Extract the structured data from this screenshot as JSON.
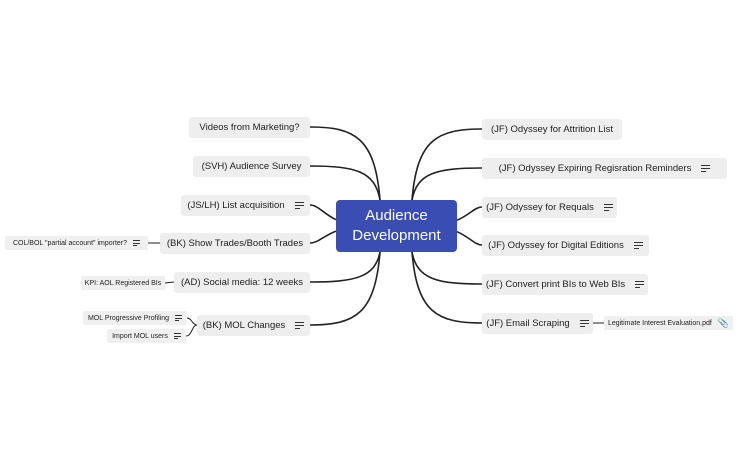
{
  "central": {
    "line1": "Audience",
    "line2": "Development"
  },
  "left": [
    {
      "label": "Videos from Marketing?",
      "notes": false
    },
    {
      "label": "(SVH) Audience Survey",
      "notes": false
    },
    {
      "label": "(JS/LH) List acquisition",
      "notes": true
    },
    {
      "label": "(BK) Show Trades/Booth Trades",
      "notes": false,
      "children": [
        {
          "label": "COL/BOL \"partial account\" importer?",
          "notes": true
        }
      ]
    },
    {
      "label": "(AD) Social media: 12 weeks",
      "notes": false,
      "children": [
        {
          "label": "KPI: AOL Registered BIs",
          "notes": false
        }
      ]
    },
    {
      "label": "(BK) MOL Changes",
      "notes": true,
      "children": [
        {
          "label": "MOL Progressive Profiling",
          "notes": true
        },
        {
          "label": "Import MOL users",
          "notes": true
        }
      ]
    }
  ],
  "right": [
    {
      "label": "(JF) Odyssey for Attrition List",
      "notes": false
    },
    {
      "label": "(JF) Odyssey Expiring Regisration Reminders",
      "notes": true
    },
    {
      "label": "(JF) Odyssey for Requals",
      "notes": true
    },
    {
      "label": "(JF) Odyssey for Digital Editions",
      "notes": true
    },
    {
      "label": "(JF) Convert print BIs to Web BIs",
      "notes": true
    },
    {
      "label": "(JF) Email Scraping",
      "notes": true,
      "children": [
        {
          "label": "Legitimate Interest Evaluation.pdf",
          "attachment": true
        }
      ]
    }
  ],
  "colors": {
    "central": "#3a4db2",
    "node": "#eeeeee",
    "line": "#222222"
  },
  "icons": {
    "notes": "notes-lines-icon",
    "attachment": "paperclip-icon"
  }
}
